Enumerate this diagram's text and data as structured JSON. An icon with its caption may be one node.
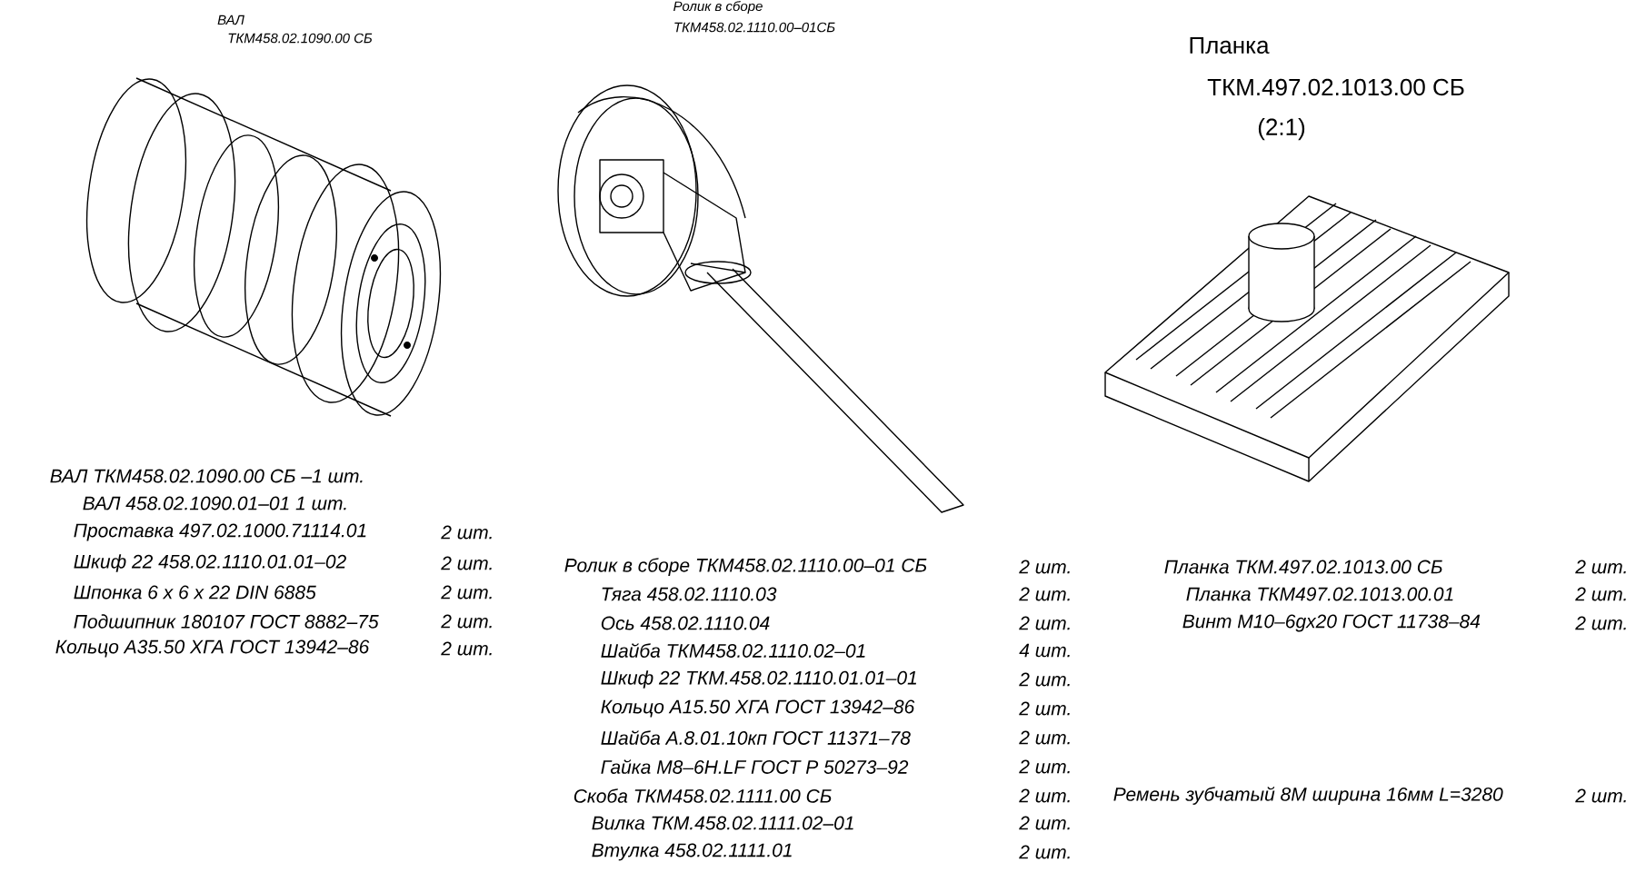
{
  "diagram": {
    "labels": [
      "ВАЛ",
      "ТКМ458.02.1090.00 СБ",
      "Ролик в сборе",
      "ТКМ458.02.1110.00–01СБ",
      "Планка",
      "ТКМ.497.02.1013.00 СБ",
      "(2:1)",
      "ВАЛ  ТКМ458.02.1090.00 СБ  –1 шт.",
      "ВАЛ  458.02.1090.01–01 1 шт.",
      "Проставка  497.02.1000.71114.01",
      "2 шт.",
      "Шкиф 22  458.02.1110.01.01–02",
      "2 шт.",
      "Шпонка 6 х 6 х 22 DIN 6885",
      "2 шт.",
      "Подшипник  180107 ГОСТ 8882–75",
      "2 шт.",
      "Кольцо А35.50 ХГА ГОСТ 13942–86",
      "2 шт.",
      "Ролик в сборе ТКМ458.02.1110.00–01 СБ",
      "2 шт.",
      "Тяга 458.02.1110.03",
      "2 шт.",
      "Ось 458.02.1110.04",
      "2 шт.",
      "Шайба ТКМ458.02.1110.02–01",
      "4 шт.",
      "Шкиф 22 ТКМ.458.02.1110.01.01–01",
      "2 шт.",
      "Кольцо А15.50 ХГА ГОСТ 13942–86",
      "2 шт.",
      "Шайба А.8.01.10кп ГОСТ 11371–78",
      "2 шт.",
      "Гайка М8–6H.LF ГОСТ Р 50273–92",
      "2 шт.",
      "Скоба  ТКМ458.02.1111.00 СБ",
      "2 шт.",
      "Вилка ТКМ.458.02.1111.02–01",
      "2 шт.",
      "Втулка  458.02.1111.01",
      "2 шт.",
      "Планка ТКМ.497.02.1013.00 СБ",
      "2 шт.",
      "Планка ТКМ497.02.1013.00.01",
      "2 шт.",
      "Винт М10–6gх20 ГОСТ 11738–84",
      "2 шт.",
      "Ремень зубчатый 8М ширина 16мм L=3280",
      "2 шт."
    ]
  }
}
